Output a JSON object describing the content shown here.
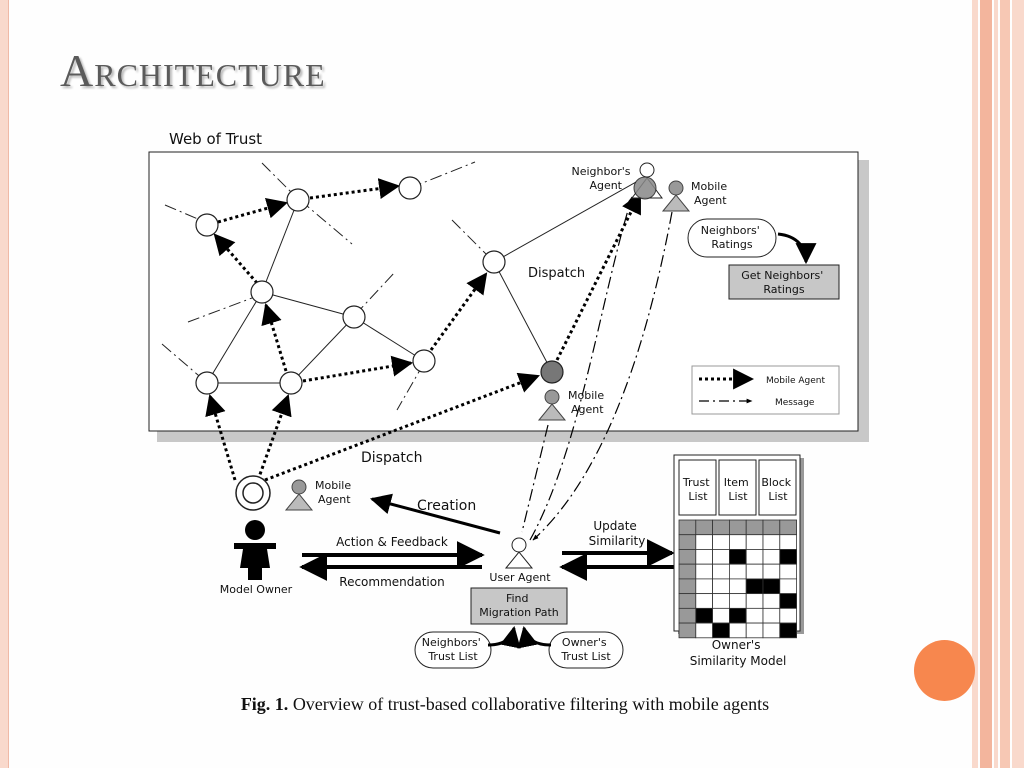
{
  "slide": {
    "title": "Architecture",
    "caption_bold": "Fig. 1.",
    "caption_text": "Overview of trust-based collaborative filtering with mobile agents"
  },
  "diagram": {
    "web_of_trust_label": "Web of Trust",
    "neighbors_agent": [
      "Neighbor's",
      "Agent"
    ],
    "mobile_agent_top": [
      "Mobile",
      "Agent"
    ],
    "neighbors_ratings": [
      "Neighbors'",
      "Ratings"
    ],
    "get_neighbors_ratings": [
      "Get Neighbors'",
      "Ratings"
    ],
    "dispatch_inner": "Dispatch",
    "mobile_agent_mid": [
      "Mobile",
      "Agent"
    ],
    "legend_mobile_agent": "Mobile Agent",
    "legend_message": "Message",
    "dispatch_outer": "Dispatch",
    "mobile_agent_left": [
      "Mobile",
      "Agent"
    ],
    "creation": "Creation",
    "action_feedback": "Action & Feedback",
    "recommendation": "Recommendation",
    "model_owner": "Model Owner",
    "user_agent": "User Agent",
    "update_similarity": [
      "Update",
      "Similarity"
    ],
    "find_migration_path": [
      "Find",
      "Migration Path"
    ],
    "neighbors_trust_list": [
      "Neighbors'",
      "Trust List"
    ],
    "owners_trust_list": [
      "Owner's",
      "Trust List"
    ],
    "trust_list": [
      "Trust",
      "List"
    ],
    "item_list": [
      "Item",
      "List"
    ],
    "block_list": [
      "Block",
      "List"
    ],
    "owners_similarity_model": [
      "Owner's",
      "Similarity Model"
    ],
    "similarity_grid_black_cells": [
      [
        2,
        3
      ],
      [
        2,
        6
      ],
      [
        4,
        4
      ],
      [
        4,
        5
      ],
      [
        5,
        6
      ],
      [
        6,
        1
      ],
      [
        6,
        3
      ],
      [
        7,
        2
      ],
      [
        7,
        6
      ]
    ]
  },
  "colors": {
    "accent_orange": "#f7874e",
    "stripe_light": "#f9d9cc",
    "stripe_mid": "#f3b59d",
    "node_gray": "#8a8a8a",
    "box_gray": "#c7c7c7"
  }
}
